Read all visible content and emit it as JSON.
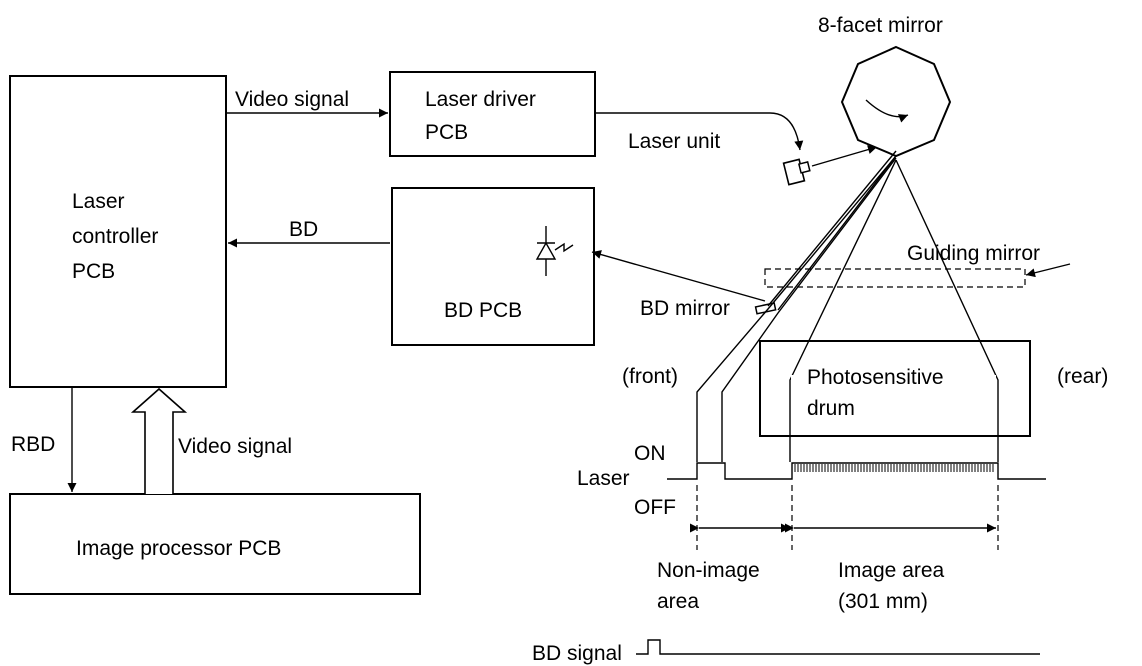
{
  "labels": {
    "mirror": "8-facet mirror",
    "video_signal_top": "Video signal",
    "laser_driver_line1": "Laser driver",
    "laser_driver_line2": "PCB",
    "laser_unit": "Laser unit",
    "laser_ctrl_line1": "Laser",
    "laser_ctrl_line2": "controller",
    "laser_ctrl_line3": "PCB",
    "bd": "BD",
    "bd_pcb": "BD PCB",
    "guiding_mirror": "Guiding mirror",
    "bd_mirror": "BD mirror",
    "front": "(front)",
    "rear": "(rear)",
    "drum_line1": "Photosensitive",
    "drum_line2": "drum",
    "rbd": "RBD",
    "video_signal_bottom": "Video signal",
    "on": "ON",
    "laser": "Laser",
    "off": "OFF",
    "image_processor": "Image processor PCB",
    "non_image_line1": "Non-image",
    "non_image_line2": "area",
    "image_area_line1": "Image area",
    "image_area_line2": "(301 mm)",
    "bd_signal": "BD signal"
  }
}
